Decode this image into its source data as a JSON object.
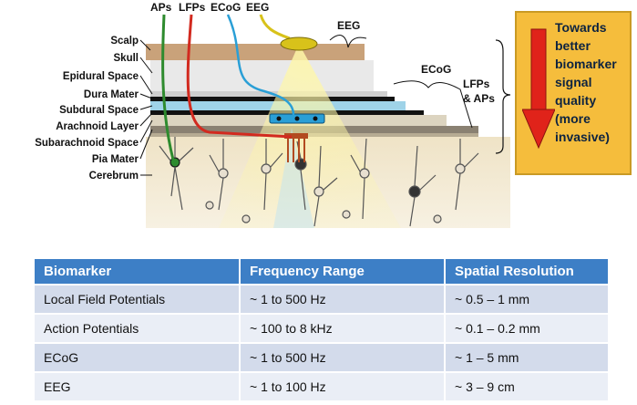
{
  "electrodes": {
    "aps": "APs",
    "lfps": "LFPs",
    "ecog": "ECoG",
    "eeg": "EEG"
  },
  "layers": [
    "Scalp",
    "Skull",
    "Epidural Space",
    "Dura Mater",
    "Subdural Space",
    "Arachnoid Layer",
    "Subarachnoid Space",
    "Pia Mater",
    "Cerebrum"
  ],
  "scale_labels": {
    "eeg": "EEG",
    "ecog": "ECoG",
    "lfps_aps": "LFPs\n& APs"
  },
  "side_note": "Towards\nbetter\nbiomarker\nsignal\nquality\n(more\ninvasive)",
  "colors": {
    "aps_wire": "#2e8b2e",
    "lfps_wire": "#d22a1f",
    "ecog_wire": "#2a9fd6",
    "eeg_wire": "#d8c21a",
    "arrow": "#e0231a",
    "box": "#f5bd3c",
    "table_header": "#3d7fc6"
  },
  "table": {
    "headers": [
      "Biomarker",
      "Frequency Range",
      "Spatial Resolution"
    ],
    "rows": [
      [
        "Local Field Potentials",
        "~ 1 to 500 Hz",
        "~ 0.5 – 1 mm"
      ],
      [
        "Action Potentials",
        "~ 100 to 8 kHz",
        "~ 0.1 – 0.2 mm"
      ],
      [
        "ECoG",
        "~ 1 to 500 Hz",
        "~ 1 – 5 mm"
      ],
      [
        "EEG",
        "~ 1 to 100 Hz",
        "~ 3 – 9 cm"
      ]
    ]
  }
}
